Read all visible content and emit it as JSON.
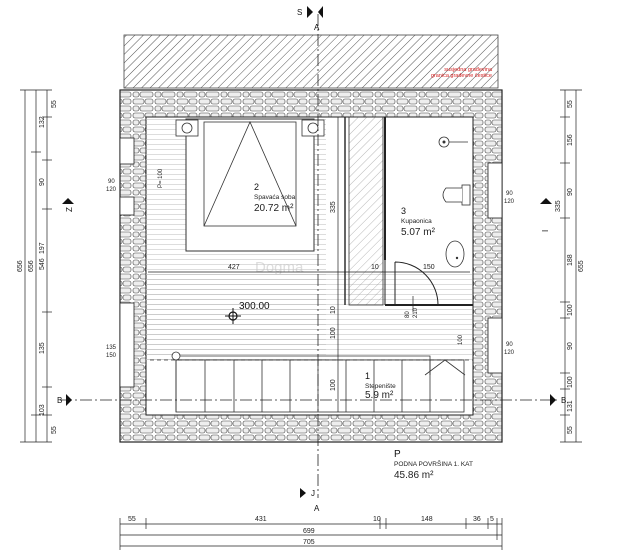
{
  "section_markers": {
    "s_top": "S",
    "s_bottom": "J",
    "s_bottom_label": "A",
    "z_left": "Z",
    "i_right": "I",
    "b_left": "B",
    "b_right": "B"
  },
  "neighbor_note": {
    "line1": "susjedna građevina",
    "line2": "granica građevne čestice"
  },
  "rooms": [
    {
      "number": "2",
      "name": "Spavaća soba",
      "area": "20.72 m²"
    },
    {
      "number": "3",
      "name": "Kupaonica",
      "area": "5.07 m²"
    },
    {
      "number": "1",
      "name": "Stepenište",
      "area": "5.9 m²"
    }
  ],
  "level": {
    "label": "300.00"
  },
  "floor": {
    "letter": "P",
    "title": "PODNA POVRŠINA 1. KAT",
    "area": "45.86 m²"
  },
  "watermark": "Dogma",
  "dims": {
    "left_outer": [
      "656"
    ],
    "left_inner": [
      "55",
      "132",
      "90",
      "197",
      "135",
      "103",
      "55"
    ],
    "left_mid": [
      "656",
      "546"
    ],
    "right_outer": [
      "655"
    ],
    "right_inner": [
      "55",
      "156",
      "90",
      "188",
      "100",
      "90",
      "100",
      "131",
      "55"
    ],
    "right_mid": [
      "335"
    ],
    "bottom_row1": [
      "55",
      "431",
      "10",
      "148",
      "36",
      "5"
    ],
    "bottom_total1": "699",
    "bottom_total2": "705",
    "interior": {
      "d427": "427",
      "d10a": "10",
      "d150": "150",
      "d335": "335",
      "d10b": "10",
      "d100a": "100",
      "d100b": "100",
      "d80": "80",
      "d210": "210"
    },
    "windows": {
      "w_left_top_a": "90",
      "w_left_top_b": "120",
      "w_left_top_c": "P= 100",
      "w_left_bot_a": "135",
      "w_left_bot_b": "150",
      "w_right_top_a": "90",
      "w_right_top_b": "120",
      "w_right_bot_a": "90",
      "w_right_bot_b": "120",
      "w_right_mid": "100"
    }
  }
}
